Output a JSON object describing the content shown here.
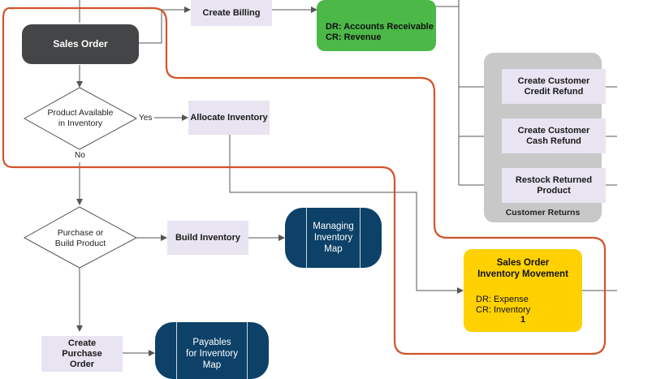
{
  "nodes": {
    "create_billing": "Create Billing",
    "revenue_entry": "DR: Accounts Receivable\nCR: Revenue",
    "sales_order": "Sales Order",
    "product_available": "Product Available\nin Inventory",
    "allocate_inventory": "Allocate Inventory",
    "purchase_or_build": "Purchase or\nBuild Product",
    "build_inventory": "Build Inventory",
    "managing_inventory_map": "Managing\nInventory\nMap",
    "create_purchase_order": "Create\nPurchase\nOrder",
    "payables_map": "Payables\nfor Inventory\nMap",
    "credit_refund": "Create Customer\nCredit Refund",
    "cash_refund": "Create Customer\nCash Refund",
    "restock": "Restock Returned\nProduct",
    "customer_returns": "Customer Returns",
    "inventory_movement_title": "Sales Order\nInventory Movement",
    "inventory_movement_entry": "DR: Expense\nCR: Inventory",
    "inventory_movement_marker": "1"
  },
  "edge_labels": {
    "yes": "Yes",
    "no": "No"
  },
  "colors": {
    "lavender": "#e8e4f1",
    "dark_node": "#444547",
    "green": "#4cb848",
    "navy": "#0d4168",
    "yellow": "#ffd100",
    "grey_group": "#c8c8c8",
    "highlight_outline": "#d4532a",
    "connector": "#555555"
  }
}
